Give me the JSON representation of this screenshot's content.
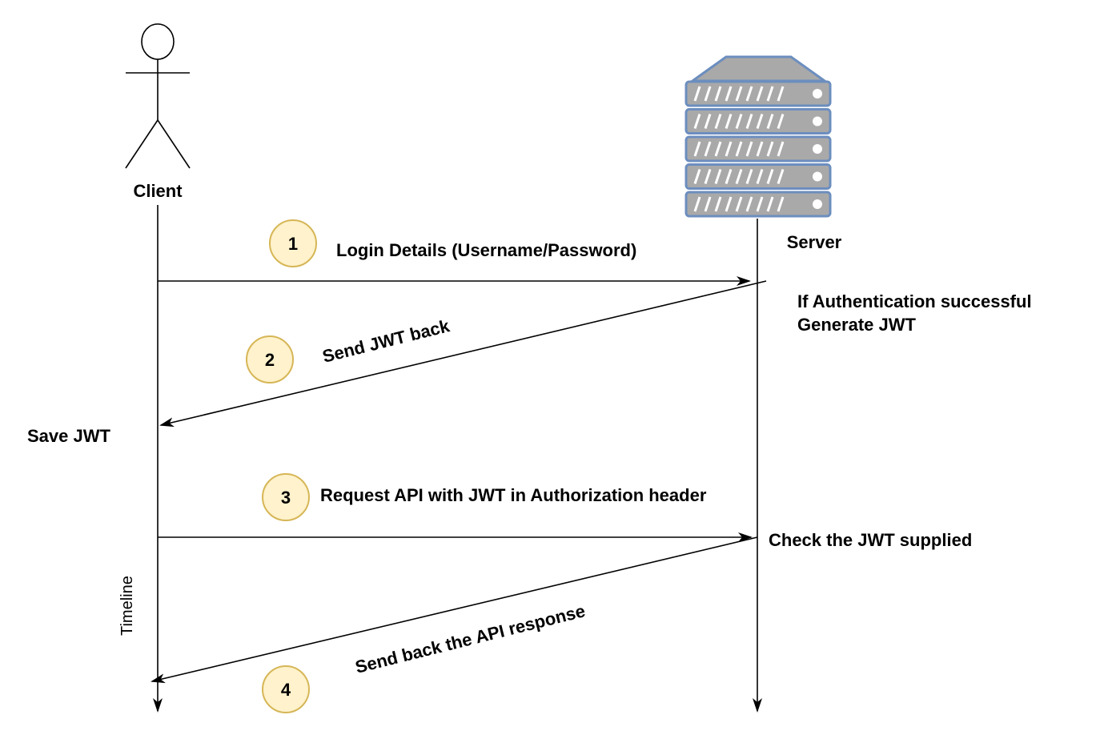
{
  "actors": {
    "client": {
      "label": "Client"
    },
    "server": {
      "label": "Server"
    }
  },
  "steps": [
    {
      "number": "1",
      "label": "Login Details (Username/Password)"
    },
    {
      "number": "2",
      "label": "Send JWT back"
    },
    {
      "number": "3",
      "label": "Request API with JWT in Authorization header"
    },
    {
      "number": "4",
      "label": "Send back the API response"
    }
  ],
  "notes": {
    "server_auth_line1": "If Authentication successful",
    "server_auth_line2": "Generate JWT",
    "client_save": "Save JWT",
    "server_check": "Check the JWT supplied"
  },
  "timeline_label": "Timeline",
  "colors": {
    "badge_fill": "#fff2cc",
    "badge_stroke": "#d6b656",
    "server_fill": "#dae8fc",
    "server_body": "#a9a9a9",
    "server_stroke": "#6c8ebf"
  },
  "icons": {
    "client": "stick-figure-icon",
    "server": "server-rack-icon"
  }
}
